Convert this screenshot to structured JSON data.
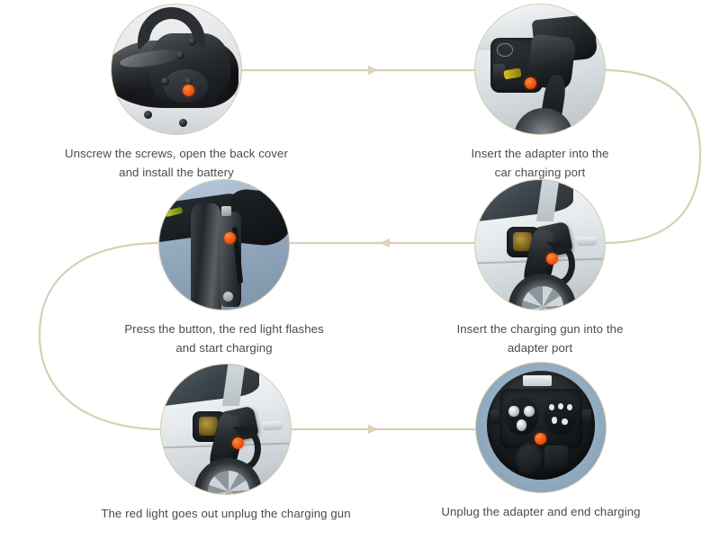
{
  "diagram": {
    "title": "EV charging adapter usage steps",
    "flow_direction": "serpentine",
    "colors": {
      "connector": "#d8cfb4",
      "circle_border": "#d6cdb0",
      "caption_text": "#474c52",
      "led_indicator": "#f4540d",
      "background": "#ffffff"
    }
  },
  "steps": [
    {
      "index": 1,
      "photo": "handheld-charger-back-cover-photo",
      "caption_lines": [
        "Unscrew the screws, open the back cover",
        "and install the battery"
      ]
    },
    {
      "index": 2,
      "photo": "adapter-into-car-charging-port-photo",
      "caption_lines": [
        "Insert the adapter into the",
        "car charging port"
      ]
    },
    {
      "index": 3,
      "photo": "press-button-red-light-photo",
      "caption_lines": [
        "Press the button, the red light flashes",
        "and start charging"
      ]
    },
    {
      "index": 4,
      "photo": "charging-gun-into-adapter-photo",
      "caption_lines": [
        "Insert the charging gun into the",
        "adapter port"
      ]
    },
    {
      "index": 5,
      "photo": "unplug-charging-gun-photo",
      "caption_lines": [
        "The red light goes out unplug the charging gun"
      ]
    },
    {
      "index": 6,
      "photo": "adapter-front-face-photo",
      "caption_lines": [
        "Unplug the adapter and end charging"
      ]
    }
  ],
  "connectors": [
    {
      "name": "arrow-step1-to-step2",
      "direction": "right"
    },
    {
      "name": "loop-step2-to-step4",
      "direction": "down-right-loop"
    },
    {
      "name": "arrow-step4-to-step3",
      "direction": "left"
    },
    {
      "name": "loop-step3-to-step5",
      "direction": "down-left-loop"
    },
    {
      "name": "arrow-step5-to-step6",
      "direction": "right"
    }
  ]
}
